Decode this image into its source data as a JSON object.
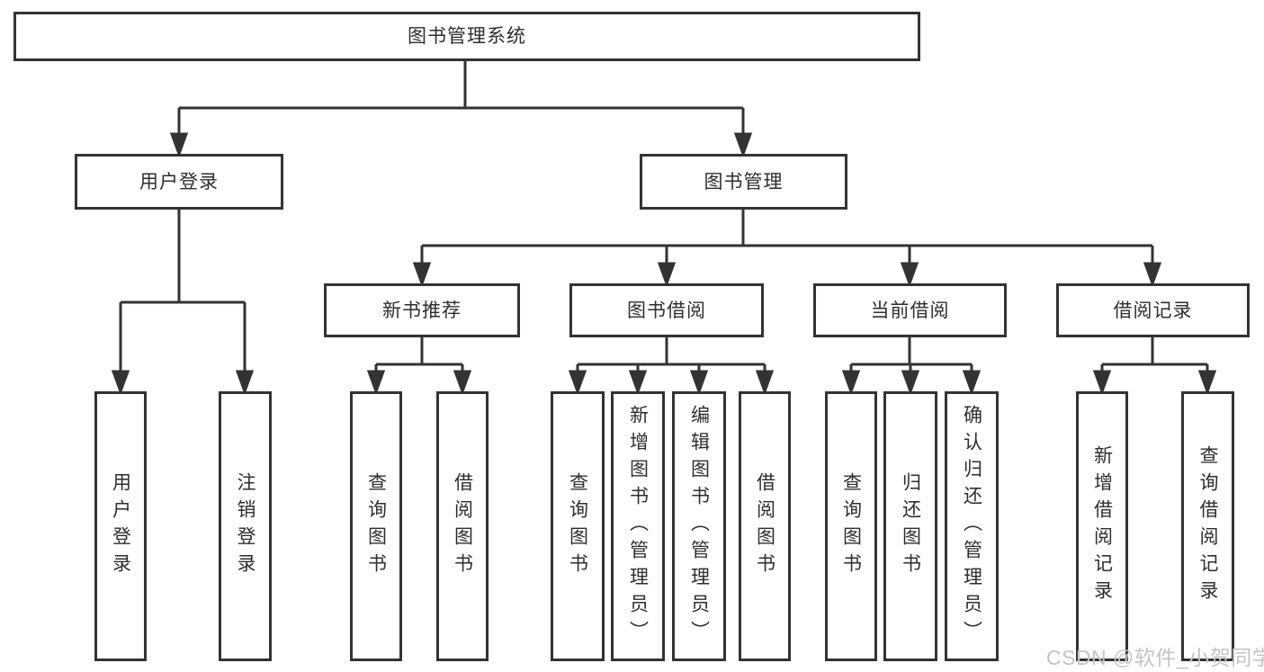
{
  "tree": {
    "label": "图书管理系统",
    "children": [
      {
        "label": "用户登录",
        "children": [
          {
            "label": "用户登录"
          },
          {
            "label": "注销登录"
          }
        ]
      },
      {
        "label": "图书管理",
        "children": [
          {
            "label": "新书推荐",
            "children": [
              {
                "label": "查询图书"
              },
              {
                "label": "借阅图书"
              }
            ]
          },
          {
            "label": "图书借阅",
            "children": [
              {
                "label": "查询图书"
              },
              {
                "label": "新增图书（管理员）"
              },
              {
                "label": "编辑图书（管理员）"
              },
              {
                "label": "借阅图书"
              }
            ]
          },
          {
            "label": "当前借阅",
            "children": [
              {
                "label": "查询图书"
              },
              {
                "label": "归还图书"
              },
              {
                "label": "确认归还（管理员）"
              }
            ]
          },
          {
            "label": "借阅记录",
            "children": [
              {
                "label": "新增借阅记录"
              },
              {
                "label": "查询借阅记录"
              }
            ]
          }
        ]
      }
    ]
  },
  "watermark": {
    "text": "CSDN @软件_小贺同学"
  },
  "colors": {
    "line": "#333333",
    "node_text": "#2e2e2e",
    "watermark": "#c4c4c4",
    "background": "#ffffff"
  }
}
